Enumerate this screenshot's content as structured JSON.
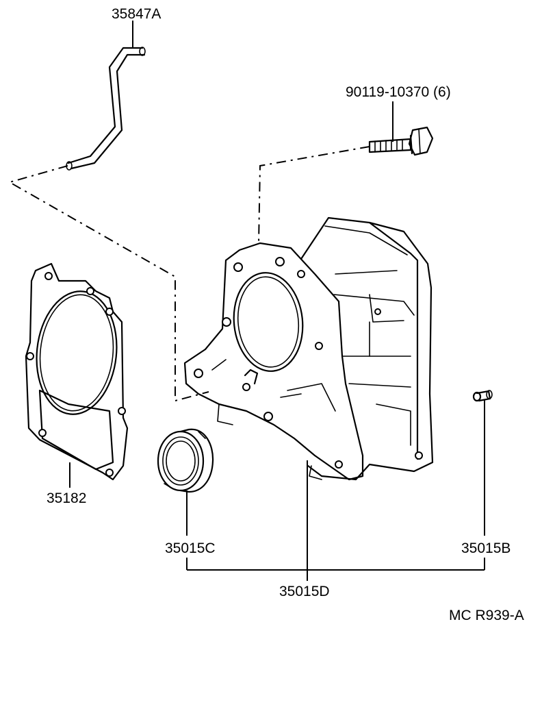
{
  "parts": {
    "pipe": "35847A",
    "bolt": "90119-10370 (6)",
    "gasket": "35182",
    "oil_seal": "35015C",
    "pin": "35015B",
    "housing": "35015D"
  },
  "diagram_code": "MC R939-A"
}
